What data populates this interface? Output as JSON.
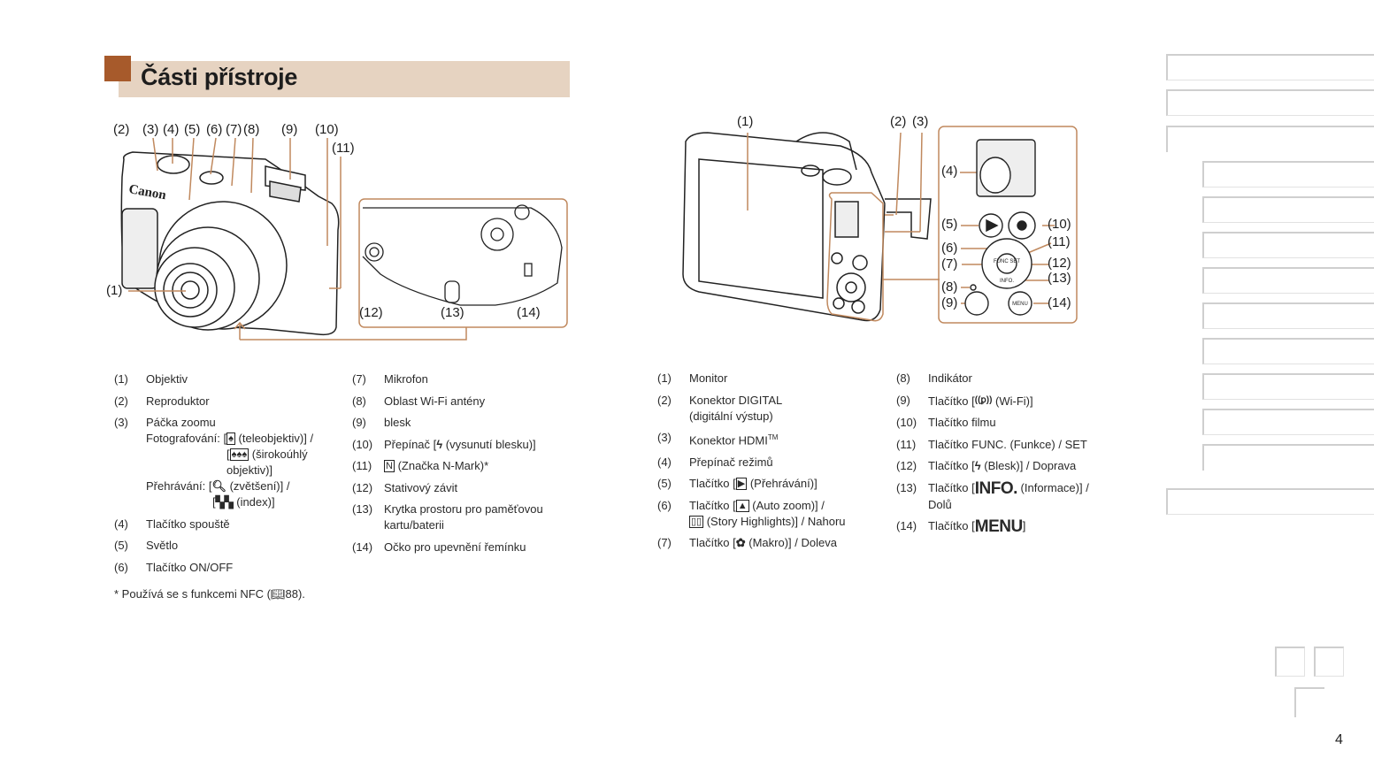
{
  "page": {
    "title": "Části přístroje",
    "page_number": "4",
    "accent_color": "#a75a2b",
    "title_bg_color": "#e6d3c1",
    "callout_color": "#c0895e"
  },
  "front_callouts": [
    "(1)",
    "(2)",
    "(3)",
    "(4)",
    "(5)",
    "(6)",
    "(7)",
    "(8)",
    "(9)",
    "(10)",
    "(11)",
    "(12)",
    "(13)",
    "(14)"
  ],
  "back_callouts": [
    "(1)",
    "(2)",
    "(3)",
    "(4)",
    "(5)",
    "(6)",
    "(7)",
    "(8)",
    "(9)",
    "(10)",
    "(11)",
    "(12)",
    "(13)",
    "(14)"
  ],
  "camera_logo": "Canon",
  "front_legend": {
    "col1": [
      {
        "num": "(1)",
        "text": "Objektiv"
      },
      {
        "num": "(2)",
        "text": "Reproduktor"
      },
      {
        "num": "(3)",
        "text": "Páčka zoomu",
        "shoot_label": "Fotografování: [",
        "tele_icon": "tree-icon",
        "tele_text": " (teleobjektiv)] /",
        "wide_open": "[",
        "wide_icon": "trees-icon",
        "wide_text": " (širokoúhlý",
        "wide_text2": "objektiv)]",
        "play_label": "Přehrávání: [",
        "zoom_icon": "magnify-icon",
        "zoom_text": " (zvětšení)] /",
        "index_open": "[",
        "index_icon": "index-grid-icon",
        "index_text": " (index)]"
      },
      {
        "num": "(4)",
        "text": "Tlačítko spouště"
      },
      {
        "num": "(5)",
        "text": "Světlo"
      },
      {
        "num": "(6)",
        "text": "Tlačítko ON/OFF"
      }
    ],
    "col2": [
      {
        "num": "(7)",
        "text": "Mikrofon"
      },
      {
        "num": "(8)",
        "text": "Oblast Wi-Fi antény"
      },
      {
        "num": "(9)",
        "text": "blesk"
      },
      {
        "num": "(10)",
        "pre": "Přepínač [",
        "icon": "flash-icon",
        "text": " (vysunutí blesku)]"
      },
      {
        "num": "(11)",
        "icon": "n-mark-icon",
        "text": " (Značka N-Mark)*"
      },
      {
        "num": "(12)",
        "text": "Stativový závit"
      },
      {
        "num": "(13)",
        "text": "Krytka prostoru pro paměťovou",
        "text2": "kartu/baterii"
      },
      {
        "num": "(14)",
        "text": "Očko pro upevnění řemínku"
      }
    ],
    "footnote_pre": "*  Používá se s funkcemi NFC (",
    "footnote_icon": "book-icon",
    "footnote_post": "88)."
  },
  "back_legend": {
    "col1": [
      {
        "num": "(1)",
        "text": "Monitor"
      },
      {
        "num": "(2)",
        "text": "Konektor DIGITAL",
        "text2": "(digitální výstup)"
      },
      {
        "num": "(3)",
        "text": "Konektor HDMI",
        "sup": "TM"
      },
      {
        "num": "(4)",
        "text": "Přepínač režimů"
      },
      {
        "num": "(5)",
        "pre": "Tlačítko [",
        "icon": "play-icon",
        "text": " (Přehrávání)]"
      },
      {
        "num": "(6)",
        "pre": "Tlačítko [",
        "icon": "auto-zoom-icon",
        "text": " (Auto zoom)] /",
        "icon2": "story-highlights-icon",
        "text2": " (Story Highlights)] / Nahoru"
      },
      {
        "num": "(7)",
        "pre": "Tlačítko [",
        "icon": "macro-icon",
        "text": " (Makro)] / Doleva"
      }
    ],
    "col2": [
      {
        "num": "(8)",
        "text": "Indikátor"
      },
      {
        "num": "(9)",
        "pre": "Tlačítko [",
        "icon": "wifi-icon",
        "text": " (Wi-Fi)]"
      },
      {
        "num": "(10)",
        "text": "Tlačítko filmu"
      },
      {
        "num": "(11)",
        "text": "Tlačítko FUNC. (Funkce) / SET"
      },
      {
        "num": "(12)",
        "pre": "Tlačítko [",
        "icon": "flash-icon",
        "text": " (Blesk)] / Doprava"
      },
      {
        "num": "(13)",
        "pre": "Tlačítko [",
        "icon_text": "INFO.",
        "text": " (Informace)] /",
        "text2": "Dolů"
      },
      {
        "num": "(14)",
        "pre": "Tlačítko [",
        "icon_text": "MENU",
        "text": "]"
      }
    ]
  },
  "button_labels": {
    "func_set": "FUNC SET",
    "info": "INFO.",
    "menu": "MENU"
  }
}
